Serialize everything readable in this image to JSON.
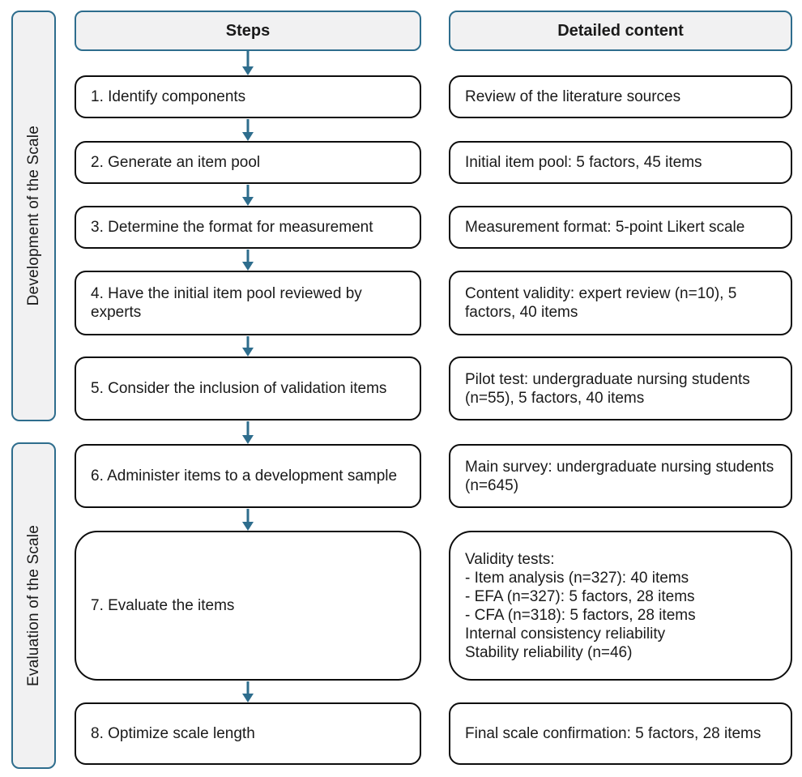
{
  "colors": {
    "accent": "#2e6d8d",
    "box_border": "#0d0d0d",
    "panel_fill": "#f1f1f2"
  },
  "header": {
    "steps": "Steps",
    "detailed": "Detailed content"
  },
  "sidebar": {
    "development": "Development of the Scale",
    "evaluation": "Evaluation of the Scale"
  },
  "rows": [
    {
      "step": "1. Identify components",
      "detail": "Review of the literature sources"
    },
    {
      "step": "2. Generate an item pool",
      "detail": "Initial item pool: 5 factors, 45 items"
    },
    {
      "step": "3. Determine the format for measurement",
      "detail": "Measurement format: 5-point Likert scale"
    },
    {
      "step": "4. Have the initial item pool reviewed by experts",
      "detail": "Content validity: expert review (n=10), 5 factors, 40 items"
    },
    {
      "step": "5. Consider the inclusion of validation items",
      "detail": "Pilot test: undergraduate nursing students (n=55), 5 factors, 40 items"
    },
    {
      "step": "6. Administer items to a development sample",
      "detail": "Main survey: undergraduate nursing students (n=645)"
    },
    {
      "step": "7. Evaluate the items",
      "detail_lines": [
        "Validity tests:",
        "- Item analysis (n=327): 40 items",
        "- EFA (n=327): 5 factors, 28 items",
        "- CFA (n=318): 5 factors, 28 items",
        "Internal consistency reliability",
        "Stability reliability (n=46)"
      ]
    },
    {
      "step": "8. Optimize scale length",
      "detail": "Final scale confirmation: 5 factors, 28 items"
    }
  ]
}
